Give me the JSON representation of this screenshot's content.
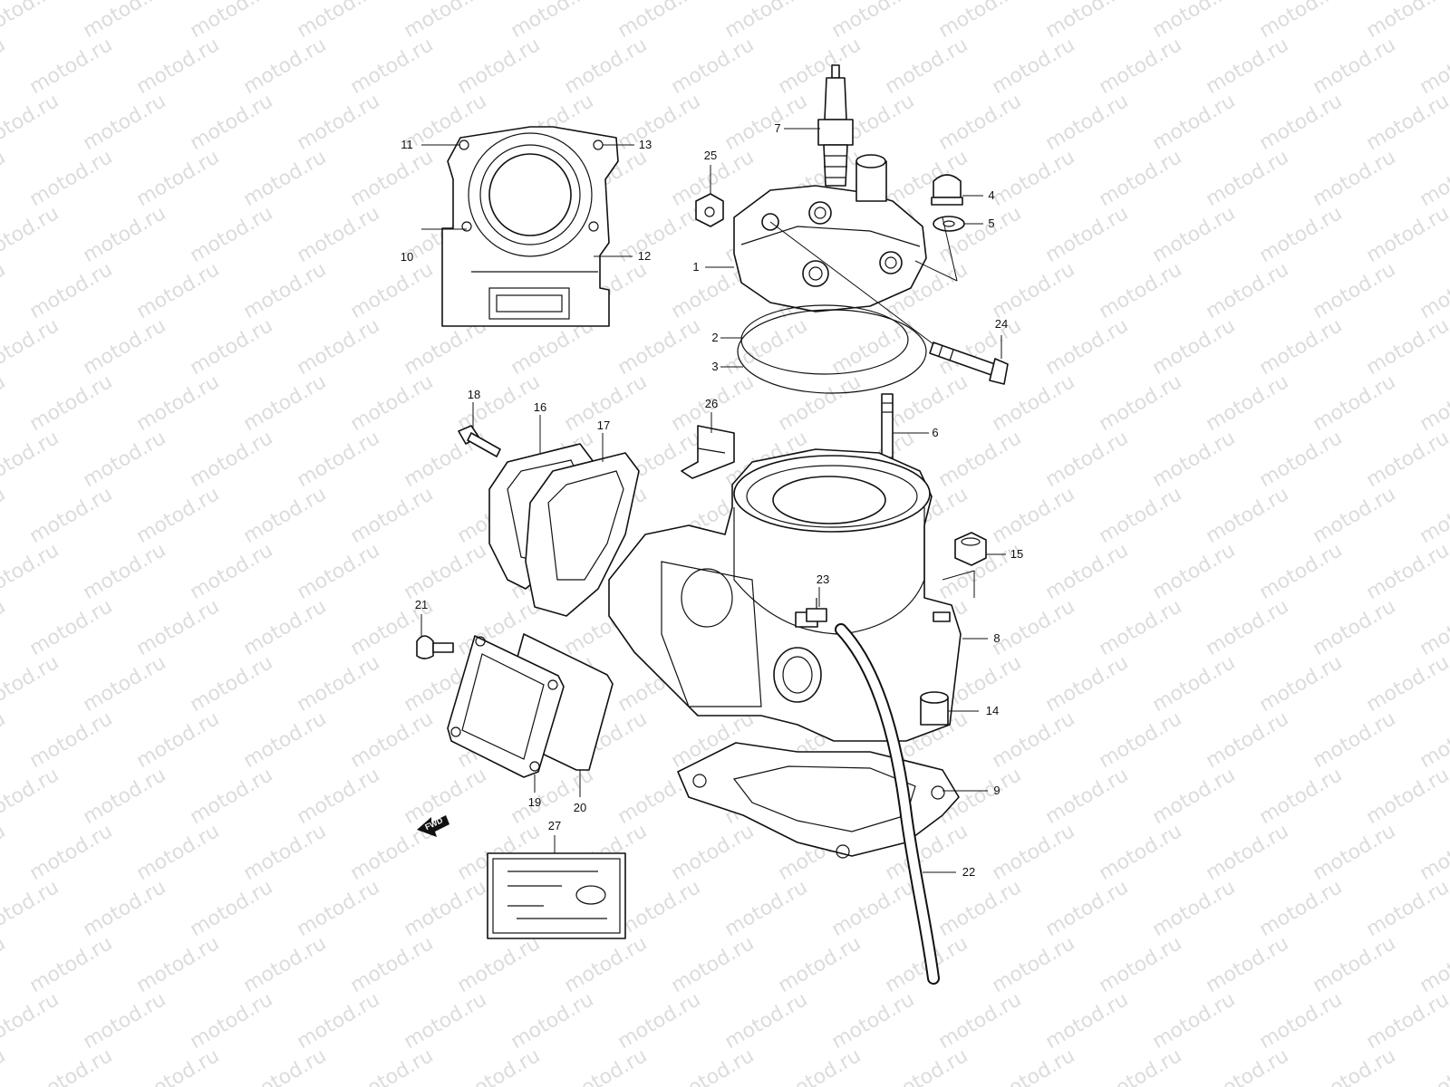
{
  "watermark": {
    "text": "motod.ru",
    "color": "#dcdcdc"
  },
  "fwd_label": "FWD",
  "callouts": [
    {
      "id": "1",
      "label": "1"
    },
    {
      "id": "2",
      "label": "2"
    },
    {
      "id": "3",
      "label": "3"
    },
    {
      "id": "4",
      "label": "4"
    },
    {
      "id": "5",
      "label": "5"
    },
    {
      "id": "6",
      "label": "6"
    },
    {
      "id": "7",
      "label": "7"
    },
    {
      "id": "8",
      "label": "8"
    },
    {
      "id": "9",
      "label": "9"
    },
    {
      "id": "10",
      "label": "10"
    },
    {
      "id": "11",
      "label": "11"
    },
    {
      "id": "12",
      "label": "12"
    },
    {
      "id": "13",
      "label": "13"
    },
    {
      "id": "14",
      "label": "14"
    },
    {
      "id": "15",
      "label": "15"
    },
    {
      "id": "16",
      "label": "16"
    },
    {
      "id": "17",
      "label": "17"
    },
    {
      "id": "18",
      "label": "18"
    },
    {
      "id": "19",
      "label": "19"
    },
    {
      "id": "20",
      "label": "20"
    },
    {
      "id": "21",
      "label": "21"
    },
    {
      "id": "22",
      "label": "22"
    },
    {
      "id": "23",
      "label": "23"
    },
    {
      "id": "24",
      "label": "24"
    },
    {
      "id": "25",
      "label": "25"
    },
    {
      "id": "26",
      "label": "26"
    },
    {
      "id": "27",
      "label": "27"
    }
  ]
}
